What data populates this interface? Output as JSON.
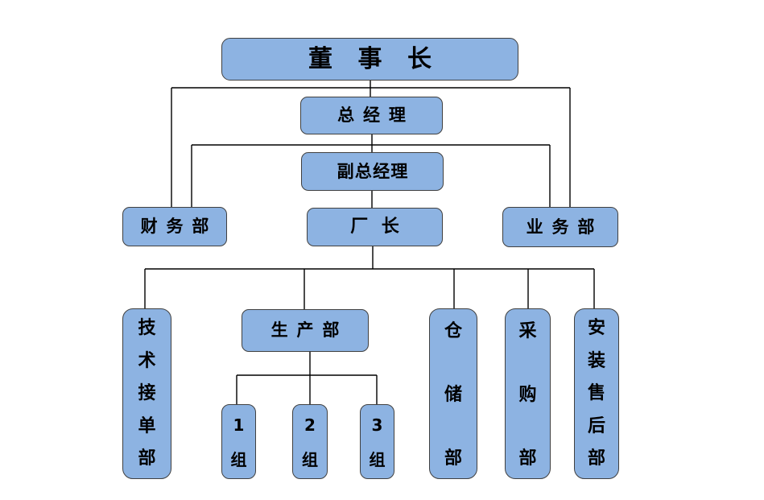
{
  "colors": {
    "node_fill": "#8DB3E2",
    "node_border": "#404040",
    "connector": "#000000",
    "text": "#000000",
    "background": "#ffffff"
  },
  "nodes": {
    "chairman": {
      "label": "董事长"
    },
    "gm": {
      "label": "总经理"
    },
    "dgm": {
      "label": "副总经理"
    },
    "finance": {
      "label": "财务部"
    },
    "director": {
      "label": "厂长"
    },
    "business": {
      "label": "业务部"
    },
    "tech": {
      "label": "技术接单部"
    },
    "production": {
      "label": "生产部"
    },
    "warehouse": {
      "label": "仓储部"
    },
    "purchasing": {
      "label": "采购部"
    },
    "install": {
      "label": "安装售后部"
    },
    "group1": {
      "label": "1组"
    },
    "group2": {
      "label": "2组"
    },
    "group3": {
      "label": "3组"
    }
  },
  "edges": [
    {
      "from": "chairman",
      "to": "gm"
    },
    {
      "from": "chairman",
      "to": "finance"
    },
    {
      "from": "chairman",
      "to": "business"
    },
    {
      "from": "gm",
      "to": "dgm"
    },
    {
      "from": "gm",
      "to": "finance"
    },
    {
      "from": "gm",
      "to": "business"
    },
    {
      "from": "dgm",
      "to": "director"
    },
    {
      "from": "director",
      "to": "tech"
    },
    {
      "from": "director",
      "to": "production"
    },
    {
      "from": "director",
      "to": "warehouse"
    },
    {
      "from": "director",
      "to": "purchasing"
    },
    {
      "from": "director",
      "to": "install"
    },
    {
      "from": "production",
      "to": "group1"
    },
    {
      "from": "production",
      "to": "group2"
    },
    {
      "from": "production",
      "to": "group3"
    }
  ]
}
